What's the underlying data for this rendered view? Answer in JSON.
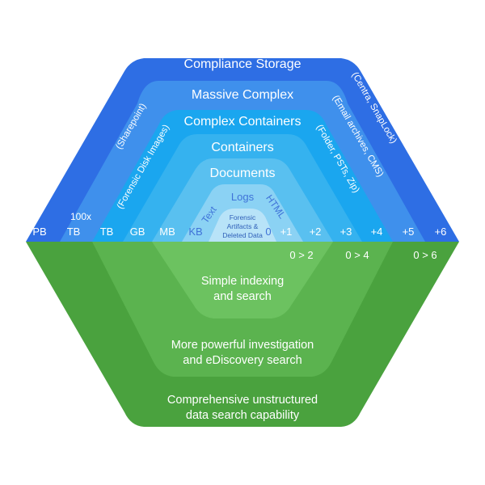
{
  "layers": {
    "compliance": "Compliance Storage",
    "massive": "Massive Complex",
    "complex_containers": "Complex Containers",
    "containers": "Containers",
    "documents": "Documents",
    "logs": "Logs",
    "text": "Text",
    "html": "HTML",
    "forensic_line1": "Forensic",
    "forensic_line2": "Artifacts &",
    "forensic_line3": "Deleted Data"
  },
  "side_notes": {
    "centra": "(Centra, SnapLock)",
    "email": "(Email archives, CMS)",
    "folder": "(Folder, PSTs, Zip)",
    "sharepoint": "(Sharepoint)",
    "forensic_images": "(Forensic Disk Images)"
  },
  "scale": {
    "left": [
      "PB",
      "TB",
      "TB",
      "GB",
      "MB",
      "KB"
    ],
    "tb_prefix": "100x",
    "right": [
      "0",
      "+1",
      "+2",
      "+3",
      "+4",
      "+5",
      "+6"
    ]
  },
  "ranges": [
    "0 > 2",
    "0 > 4",
    "0 > 6"
  ],
  "capabilities": {
    "simple_line1": "Simple indexing",
    "simple_line2": "and search",
    "powerful_line1": "More powerful investigation",
    "powerful_line2": "and eDiscovery search",
    "comprehensive_line1": "Comprehensive unstructured",
    "comprehensive_line2": "data search capability"
  },
  "colors": {
    "blue_1": "#2e6ee4",
    "blue_2": "#3f90ec",
    "blue_3": "#1aa6ef",
    "blue_4": "#35b2ef",
    "blue_5": "#59c0f0",
    "blue_6": "#8bd2f4",
    "blue_7": "#b8e3f8",
    "green_outer": "#4aa23e",
    "green_mid": "#5bb34f",
    "green_inner": "#6cc260"
  }
}
